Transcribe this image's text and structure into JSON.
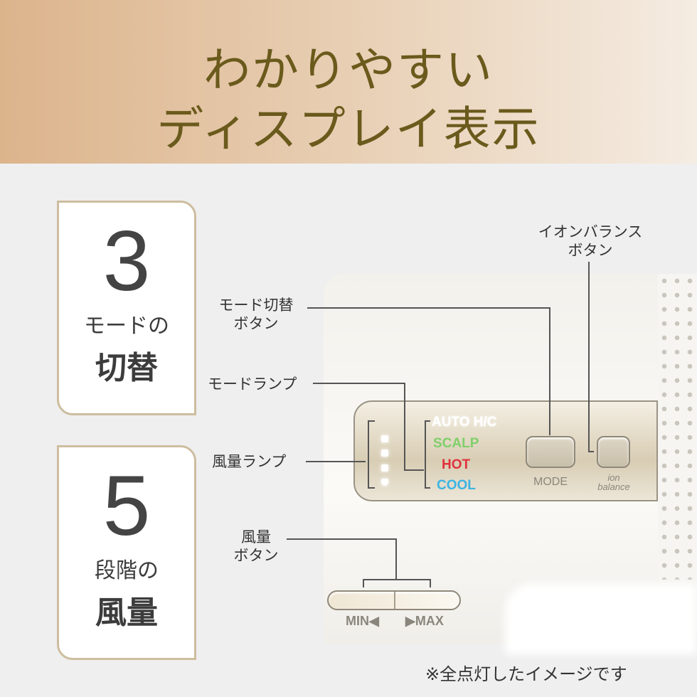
{
  "header": {
    "line1": "わかりやすい",
    "line2": "ディスプレイ表示"
  },
  "cards": [
    {
      "number": "3",
      "sub": "モードの",
      "main": "切替"
    },
    {
      "number": "5",
      "sub": "段階の",
      "main": "風量"
    }
  ],
  "callouts": {
    "ion_button": [
      "イオンバランス",
      "ボタン"
    ],
    "mode_button": [
      "モード切替",
      "ボタン"
    ],
    "mode_lamp": "モードランプ",
    "airflow_lamp": "風量ランプ",
    "airflow_button": [
      "風量",
      "ボタン"
    ]
  },
  "panel": {
    "modes": [
      {
        "label": "AUTO H/C",
        "color": "#ffffff"
      },
      {
        "label": "SCALP",
        "color": "#7fcf6a"
      },
      {
        "label": "HOT",
        "color": "#e0323c"
      },
      {
        "label": "COOL",
        "color": "#3bb4e4"
      }
    ],
    "mode_button": "MODE",
    "ion_button": [
      "ion",
      "balance"
    ]
  },
  "slider": {
    "min": "MIN◀",
    "max": "▶MAX"
  },
  "note": "※全点灯したイメージです"
}
